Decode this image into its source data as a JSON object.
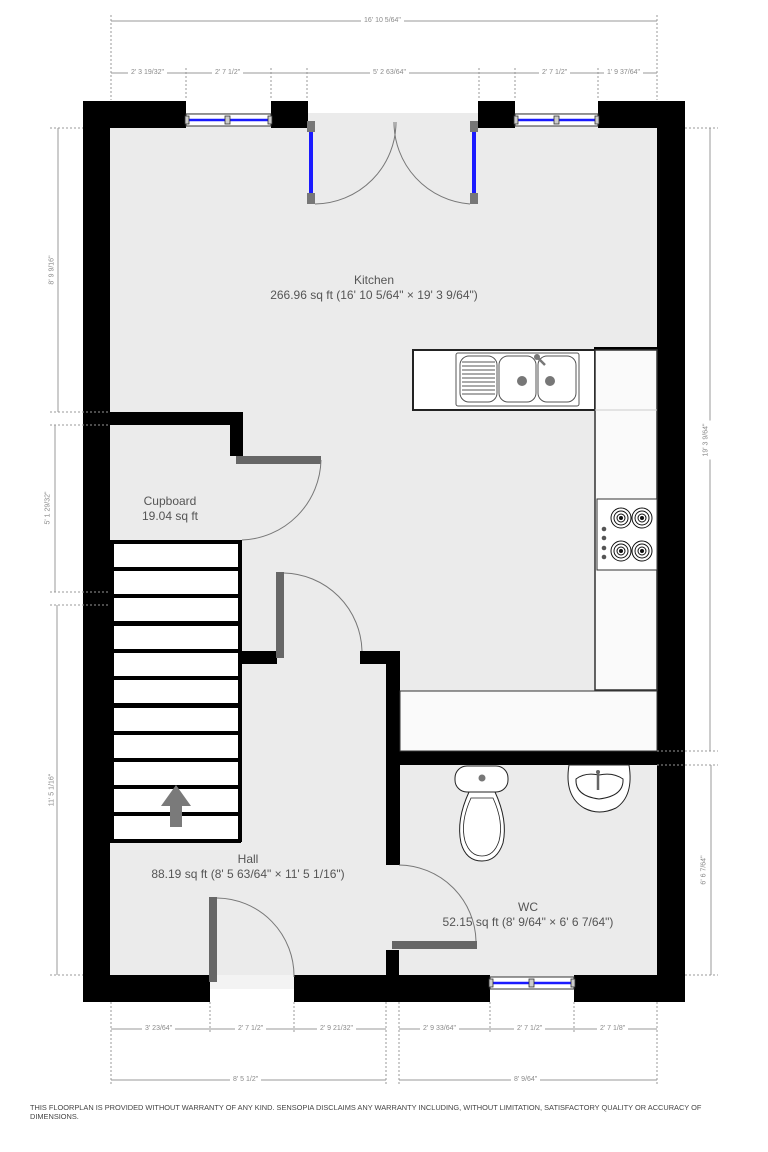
{
  "rooms": {
    "kitchen": {
      "name": "Kitchen",
      "area": "266.96 sq ft (16' 10 5/64\" × 19' 3 9/64\")"
    },
    "cupboard": {
      "name": "Cupboard",
      "area": "19.04 sq ft"
    },
    "hall": {
      "name": "Hall",
      "area": "88.19 sq ft (8' 5 63/64\" × 11' 5 1/16\")"
    },
    "wc": {
      "name": "WC",
      "area": "52.15 sq ft (8' 9/64\" × 6' 6 7/64\")"
    }
  },
  "dimensions": {
    "top_overall": "16' 10 5/64\"",
    "top_segments": [
      "2' 3 19/32\"",
      "2' 7 1/2\"",
      "5' 2 63/64\"",
      "2' 7 1/2\"",
      "1' 9 37/64\""
    ],
    "left_segments": [
      "8' 9 9/16\"",
      "5' 1 29/32\"",
      "11' 5 1/16\""
    ],
    "right_segments": [
      "19' 3 9/64\"",
      "6' 6 7/64\""
    ],
    "bottom_segments": [
      "3' 23/64\"",
      "2' 7 1/2\"",
      "2' 9 21/32\"",
      "2' 9 33/64\"",
      "2' 7 1/2\"",
      "2' 7 1/8\""
    ],
    "bottom_overall": [
      "8' 5 1/2\"",
      "8' 9/64\""
    ]
  },
  "fixtures": {
    "sink": "double-sink-with-drainer",
    "hob": "four-ring-hob",
    "toilet": "toilet",
    "basin": "wash-basin",
    "stairs_arrow": "stairs-up-arrow-icon"
  },
  "colors": {
    "wall": "#000000",
    "floor": "#ebebeb",
    "window_glass": "#0000ff",
    "door_leaf": "#666666",
    "dimension": "#8a8a8a"
  },
  "disclaimer": "THIS FLOORPLAN IS PROVIDED WITHOUT WARRANTY OF ANY KIND. SENSOPIA DISCLAIMS ANY WARRANTY INCLUDING, WITHOUT LIMITATION, SATISFACTORY QUALITY OR ACCURACY OF DIMENSIONS."
}
